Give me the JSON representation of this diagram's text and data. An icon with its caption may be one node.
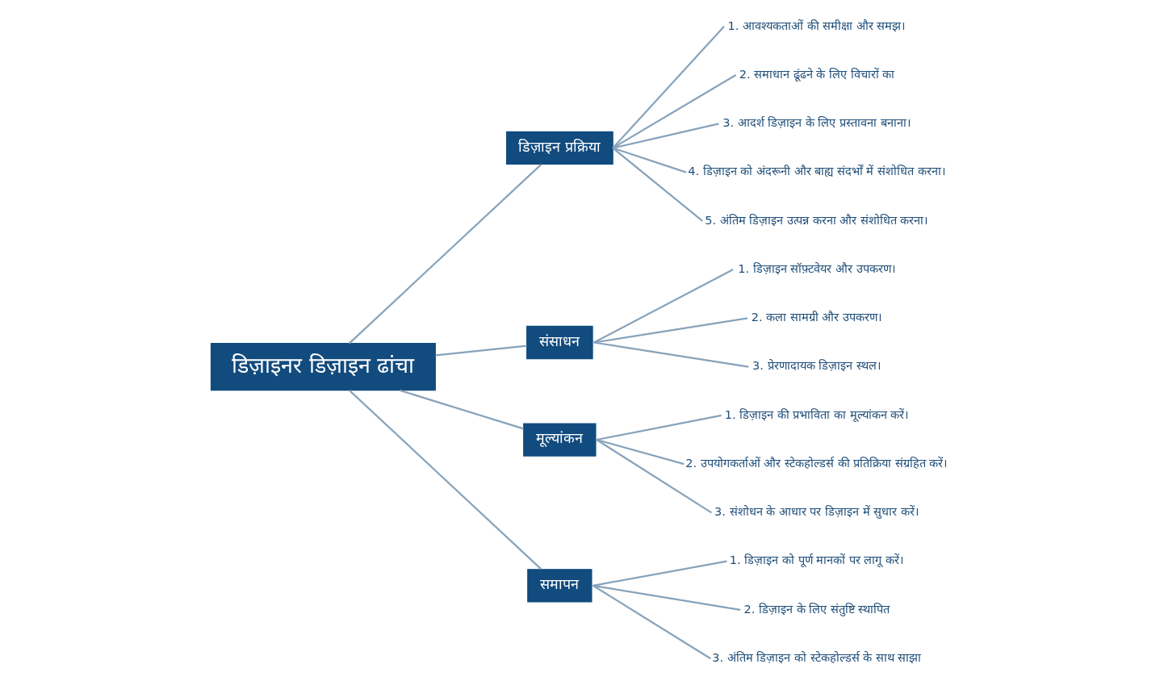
{
  "diagram": {
    "nodes": [
      {
        "text": [
          "डिज़ाइनर डिज़ाइन ढांचा"
        ]
      },
      {
        "text": [
          "डिज़ाइन प्रक्रिया"
        ]
      },
      {
        "text": [
          "1. आवश्यकताओं की समीक्षा और समझ।"
        ]
      },
      {
        "text": [
          "2. समाधान ढूंढने के लिए विचारों का"
        ]
      },
      {
        "text": [
          "3. आदर्श डिज़ाइन के लिए प्रस्तावना बनाना।"
        ]
      },
      {
        "text": [
          "4. डिज़ाइन को अंदरूनी और बाह्य संदर्भों में संशोधित करना।"
        ]
      },
      {
        "text": [
          "5. अंतिम डिज़ाइन उत्पन्न करना और संशोधित करना।"
        ]
      },
      {
        "text": [
          "संसाधन"
        ]
      },
      {
        "text": [
          "1. डिज़ाइन सॉफ़्टवेयर और उपकरण।"
        ]
      },
      {
        "text": [
          "2. कला सामग्री और उपकरण।"
        ]
      },
      {
        "text": [
          "3. प्रेरणादायक डिज़ाइन स्थल।"
        ]
      },
      {
        "text": [
          "मूल्यांकन"
        ]
      },
      {
        "text": [
          "1. डिज़ाइन की प्रभाविता का मूल्यांकन करें।"
        ]
      },
      {
        "text": [
          "2. उपयोगकर्ताओं और स्टेकहोल्डर्स की प्रतिक्रिया संग्रहित करें।"
        ]
      },
      {
        "text": [
          "3. संशोधन के आधार पर डिज़ाइन में सुधार करें।"
        ]
      },
      {
        "text": [
          "समापन"
        ]
      },
      {
        "text": [
          "1. डिज़ाइन को पूर्ण मानकों पर लागू करें।"
        ]
      },
      {
        "text": [
          "2. डिज़ाइन के लिए संतुष्टि स्थापित"
        ]
      },
      {
        "text": [
          "3. अंतिम डिज़ाइन को स्टेकहोल्डर्स के साथ साझा"
        ]
      }
    ],
    "edges": [
      {
        "from": 0,
        "to": 1,
        "arrow": "none"
      },
      {
        "from": 0,
        "to": 7,
        "arrow": "none"
      },
      {
        "from": 0,
        "to": 11,
        "arrow": "none"
      },
      {
        "from": 0,
        "to": 15,
        "arrow": "none"
      },
      {
        "from": 1,
        "to": 2,
        "arrow": "none"
      },
      {
        "from": 1,
        "to": 3,
        "arrow": "none"
      },
      {
        "from": 1,
        "to": 4,
        "arrow": "none"
      },
      {
        "from": 1,
        "to": 5,
        "arrow": "none"
      },
      {
        "from": 1,
        "to": 6,
        "arrow": "none"
      },
      {
        "from": 7,
        "to": 8,
        "arrow": "none"
      },
      {
        "from": 7,
        "to": 9,
        "arrow": "none"
      },
      {
        "from": 7,
        "to": 10,
        "arrow": "none"
      },
      {
        "from": 11,
        "to": 12,
        "arrow": "none"
      },
      {
        "from": 11,
        "to": 13,
        "arrow": "none"
      },
      {
        "from": 11,
        "to": 14,
        "arrow": "none"
      },
      {
        "from": 15,
        "to": 16,
        "arrow": "none"
      },
      {
        "from": 15,
        "to": 17,
        "arrow": "none"
      },
      {
        "from": 15,
        "to": 18,
        "arrow": "none"
      }
    ]
  }
}
